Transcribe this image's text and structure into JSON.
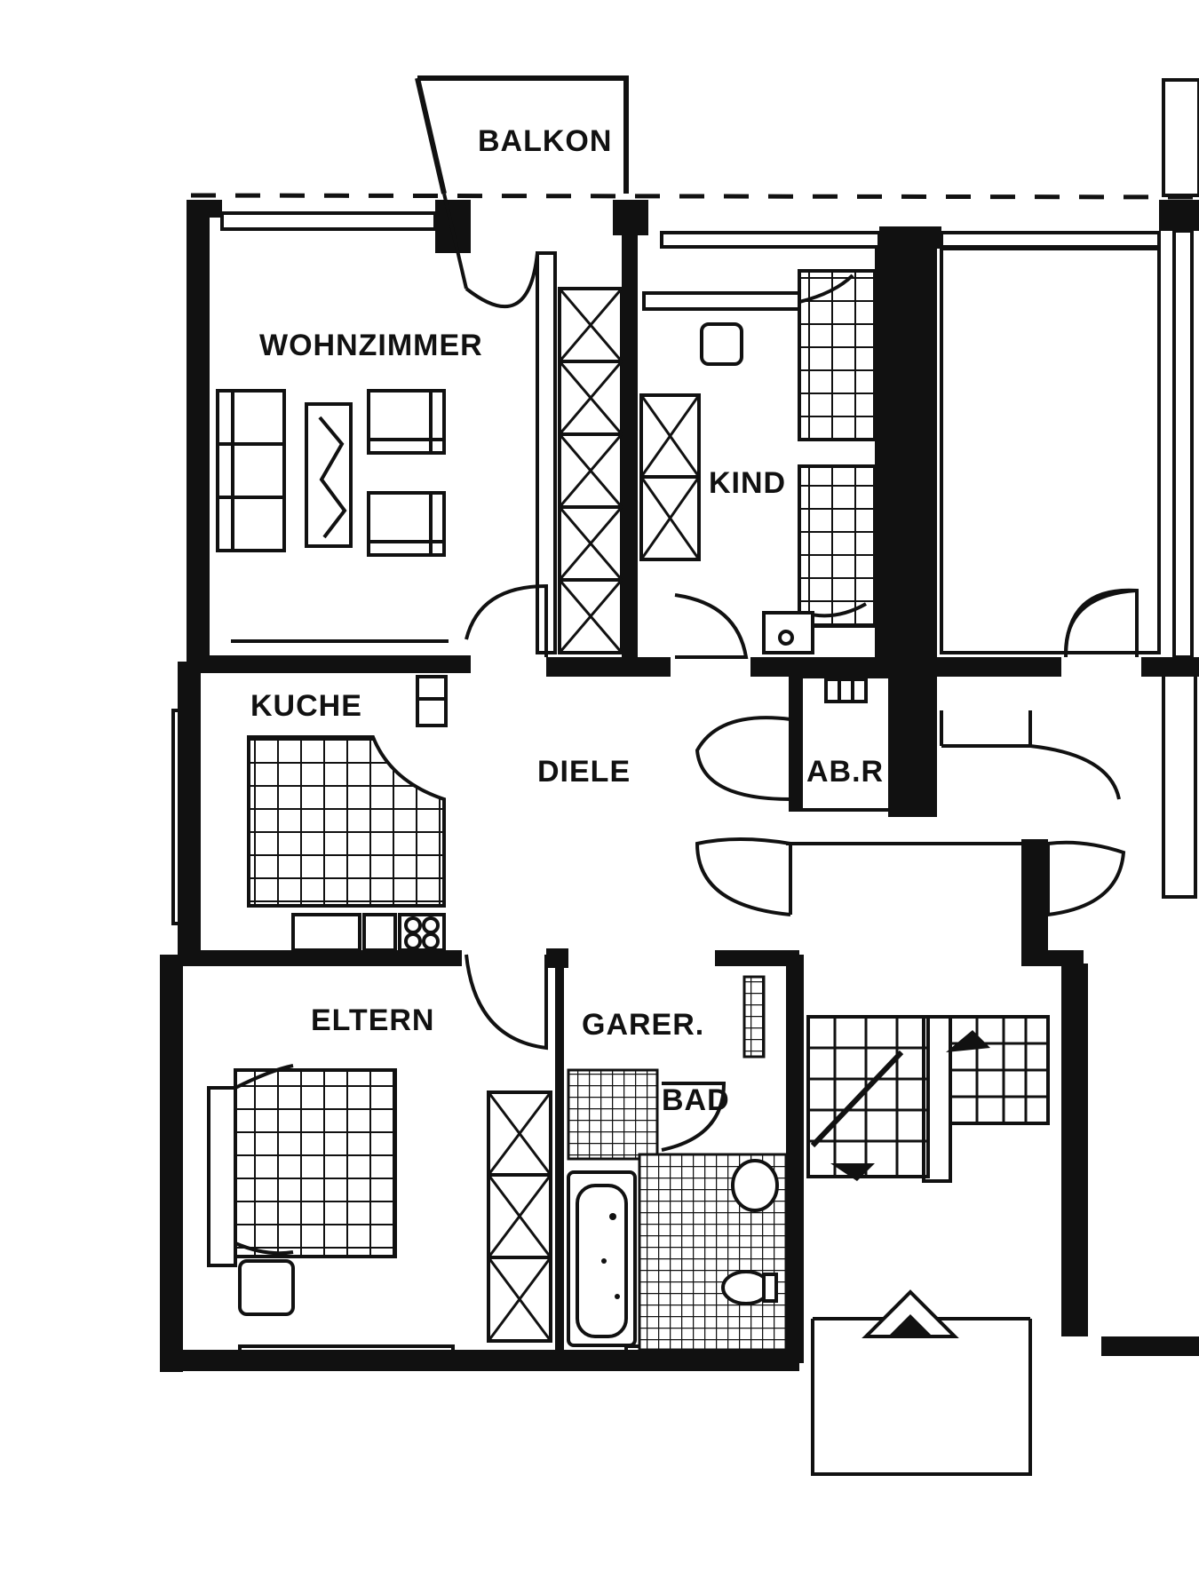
{
  "rooms": {
    "balkon": "BALKON",
    "wohnzimmer": "WOHNZIMMER",
    "kind": "KIND",
    "kueche": "KUCHE",
    "diele": "DIELE",
    "abr": "AB.R",
    "eltern": "ELTERN",
    "garer": "GARER.",
    "bad": "BAD"
  },
  "colors": {
    "ink": "#111111",
    "paper": "#ffffff"
  }
}
